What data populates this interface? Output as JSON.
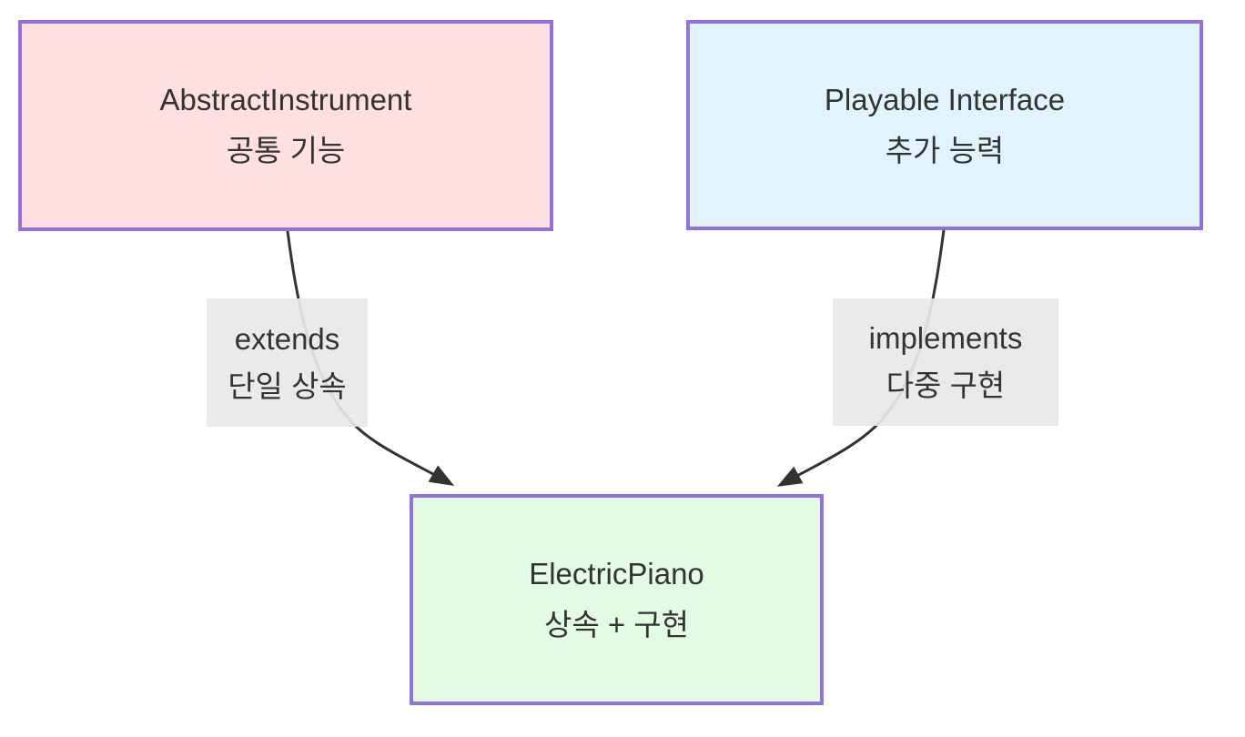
{
  "diagram": {
    "type": "flowchart",
    "nodes": [
      {
        "id": "abstract-instrument",
        "title": "AbstractInstrument",
        "subtitle": "공통 기능",
        "fill": "#ffe0e0",
        "border": "#9370db"
      },
      {
        "id": "playable-interface",
        "title": "Playable Interface",
        "subtitle": "추가 능력",
        "fill": "#e1f4fd",
        "border": "#9370db"
      },
      {
        "id": "electric-piano",
        "title": "ElectricPiano",
        "subtitle": "상속 + 구현",
        "fill": "#e3fae3",
        "border": "#9370db"
      }
    ],
    "edges": [
      {
        "from": "abstract-instrument",
        "to": "electric-piano",
        "label": "extends",
        "sublabel": "단일 상속"
      },
      {
        "from": "playable-interface",
        "to": "electric-piano",
        "label": "implements",
        "sublabel": "다중 구현"
      }
    ],
    "colors": {
      "edge_line": "#333333",
      "edge_label_bg": "#e8e8e8",
      "text": "#333333",
      "background": "#ffffff"
    }
  }
}
